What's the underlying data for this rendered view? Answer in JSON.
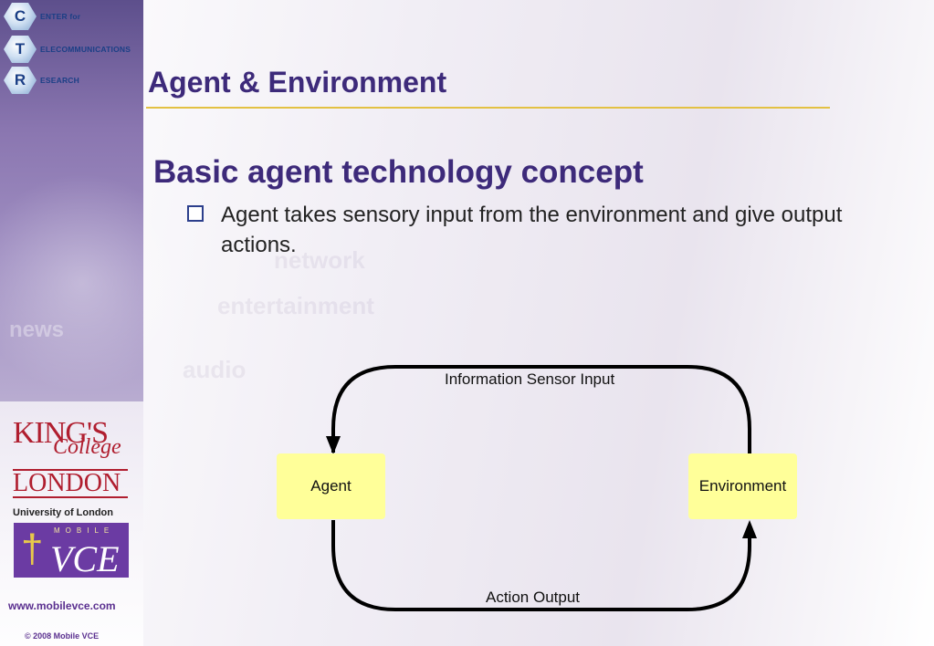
{
  "logo": {
    "ctr": [
      {
        "letter": "C",
        "word": "ENTER for"
      },
      {
        "letter": "T",
        "word": "ELECOMMUNICATIONS"
      },
      {
        "letter": "R",
        "word": "ESEARCH"
      }
    ]
  },
  "slide": {
    "title": "Agent & Environment",
    "heading": "Basic agent technology concept",
    "bullet": "Agent takes sensory input from the environment and give output actions."
  },
  "diagram": {
    "nodes": {
      "agent": "Agent",
      "environment": "Environment"
    },
    "edges": {
      "top": "Information Sensor Input",
      "bottom": "Action Output"
    }
  },
  "footer": {
    "kings_line1": "KING'S",
    "kings_line2": "College",
    "kings_line3": "LONDON",
    "university": "University of London",
    "vce_mobile": "MOBILE",
    "vce": "VCE",
    "url": "www.mobilevce.com",
    "copyright": "© 2008 Mobile VCE"
  },
  "watermark": [
    "news",
    "entertainment",
    "audio",
    "network"
  ],
  "colors": {
    "title": "#3d2a7a",
    "accent_line": "#e3c143",
    "node_fill": "#ffff99",
    "brand_red": "#b01e2f",
    "brand_purple": "#6b3ba3"
  },
  "icons": [
    "hexagon-logo-icon",
    "checkbox-bullet-icon",
    "arrow-down-icon",
    "arrow-up-icon",
    "figure-icon"
  ]
}
